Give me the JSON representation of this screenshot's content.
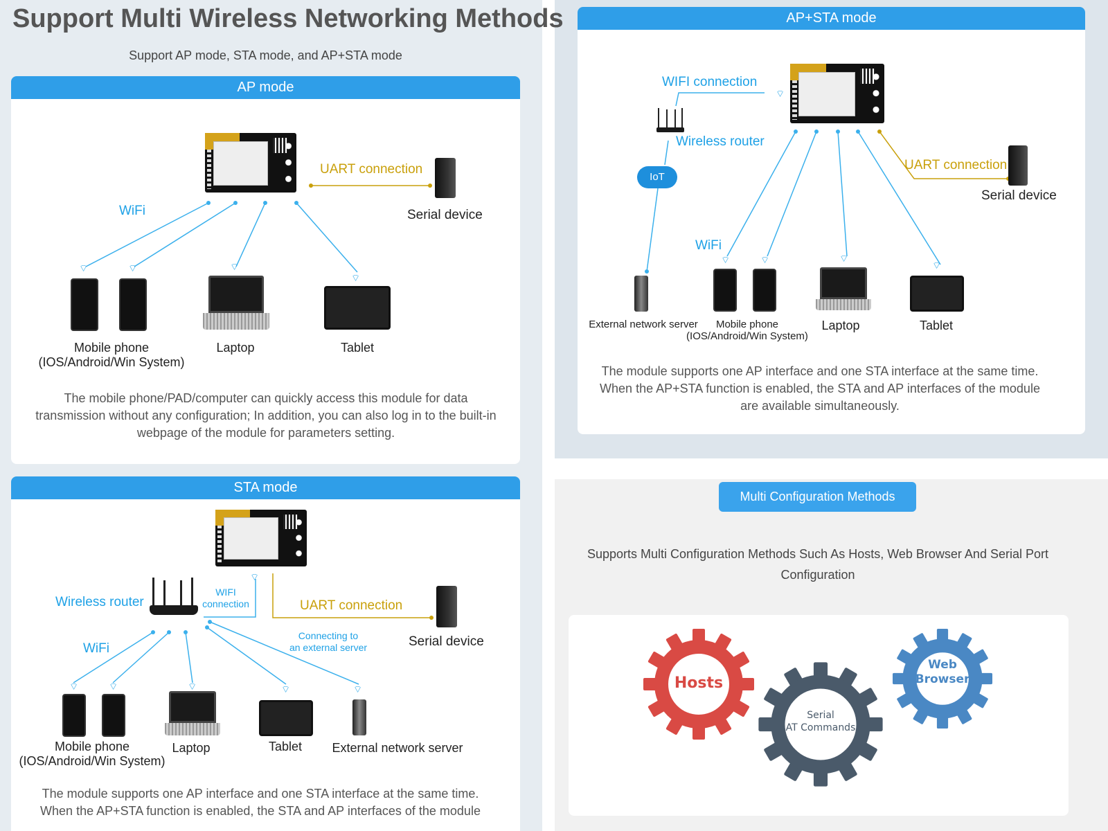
{
  "header": {
    "title": "Support Multi Wireless Networking Methods",
    "subtitle": "Support AP mode, STA mode, and AP+STA mode"
  },
  "ap_mode": {
    "title": "AP mode",
    "wifi_label": "WiFi",
    "uart_label": "UART connection",
    "serial_label": "Serial device",
    "phone_label_1": "Mobile phone",
    "phone_label_2": "(IOS/Android/Win System)",
    "laptop_label": "Laptop",
    "tablet_label": "Tablet",
    "description": "The mobile phone/PAD/computer can quickly access this module for data transmission without any configuration; In addition, you can also log in to the built-in webpage of the module for parameters setting."
  },
  "sta_mode": {
    "title": "STA mode",
    "router_label": "Wireless router",
    "wifi_conn_1": "WIFI",
    "wifi_conn_2": "connection",
    "uart_label": "UART connection",
    "serial_label": "Serial device",
    "wifi_label": "WiFi",
    "ext_conn_1": "Connecting to",
    "ext_conn_2": "an external server",
    "phone_label_1": "Mobile phone",
    "phone_label_2": "(IOS/Android/Win System)",
    "laptop_label": "Laptop",
    "tablet_label": "Tablet",
    "server_label": "External network server",
    "description_1": "The module supports one AP interface and one STA interface at the same time.",
    "description_2": "When the AP+STA function is enabled, the STA and AP interfaces of the module"
  },
  "apsta_mode": {
    "title": "AP+STA mode",
    "wifi_conn_label": "WIFI connection",
    "router_label": "Wireless router",
    "iot_label": "IoT",
    "uart_label": "UART connection",
    "serial_label": "Serial device",
    "wifi_label": "WiFi",
    "server_label": "External network server",
    "phone_label_1": "Mobile phone",
    "phone_label_2": "(IOS/Android/Win System)",
    "laptop_label": "Laptop",
    "tablet_label": "Tablet",
    "description": "The module supports one AP interface and one STA interface at the same time. When the AP+STA function is enabled, the STA and AP interfaces of the module are available simultaneously."
  },
  "config": {
    "button_label": "Multi Configuration Methods",
    "subtitle": "Supports Multi Configuration Methods Such As Hosts, Web Browser And Serial Port Configuration",
    "gear_hosts": "Hosts",
    "gear_web_1": "Web",
    "gear_web_2": "Browser",
    "gear_serial_1": "Serial",
    "gear_serial_2": "AT Commands",
    "colors": {
      "hosts": "#d94a44",
      "web": "#4a88c4",
      "serial": "#4a5a6a",
      "accent": "#2f9ee8"
    }
  }
}
